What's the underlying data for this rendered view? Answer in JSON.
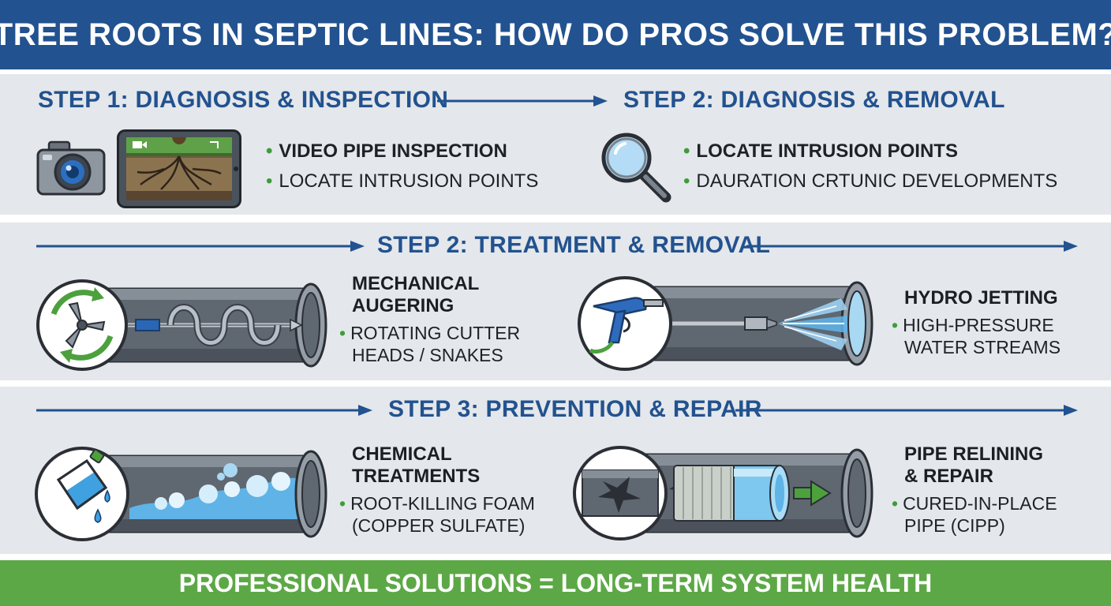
{
  "title": "TREE ROOTS IN SEPTIC LINES: HOW DO PROS SOLVE THIS PROBLEM?",
  "section1": {
    "left": {
      "heading": "STEP 1: DIAGNOSIS & INSPECTION",
      "bullets": [
        "VIDEO PIPE INSPECTION",
        "LOCATE INTRUSION POINTS"
      ],
      "icons": [
        "camera-icon",
        "tablet-video-icon"
      ]
    },
    "right": {
      "heading": "STEP 2: DIAGNOSIS & REMOVAL",
      "bullets": [
        "LOCATE INTRUSION POINTS",
        "DAURATION CRTUNIC DEVELOPMENTS"
      ],
      "icons": [
        "magnifying-glass-icon"
      ]
    }
  },
  "section2": {
    "heading": "STEP 2: TREATMENT & REMOVAL",
    "left": {
      "title_line1": "MECHANICAL",
      "title_line2": "AUGERING",
      "detail_line1": "ROTATING CUTTER",
      "detail_line2": "HEADS / SNAKES",
      "icon": "rotating-cutter-icon"
    },
    "right": {
      "title": "HYDRO JETTING",
      "detail_line1": "HIGH-PRESSURE",
      "detail_line2": "WATER STREAMS",
      "icon": "pressure-washer-gun-icon"
    }
  },
  "section3": {
    "heading": "STEP 3: PREVENTION & REPAIR",
    "left": {
      "title_line1": "CHEMICAL",
      "title_line2": "TREATMENTS",
      "detail_line1": "ROOT-KILLING FOAM",
      "detail_line2": "(COPPER SULFATE)",
      "icon": "chemical-jug-icon"
    },
    "right": {
      "title_line1": "PIPE RELINING",
      "title_line2": "& REPAIR",
      "detail_line1": "CURED-IN-PLACE",
      "detail_line2": "PIPE (CIPP)",
      "icon": "cracked-pipe-liner-icon"
    }
  },
  "footer": "PROFESSIONAL SOLUTIONS = LONG-TERM SYSTEM HEALTH",
  "colors": {
    "header_blue": "#22528f",
    "footer_green": "#5da846",
    "panel_gray": "#e4e7eb",
    "bullet_green": "#3f9b3b"
  }
}
